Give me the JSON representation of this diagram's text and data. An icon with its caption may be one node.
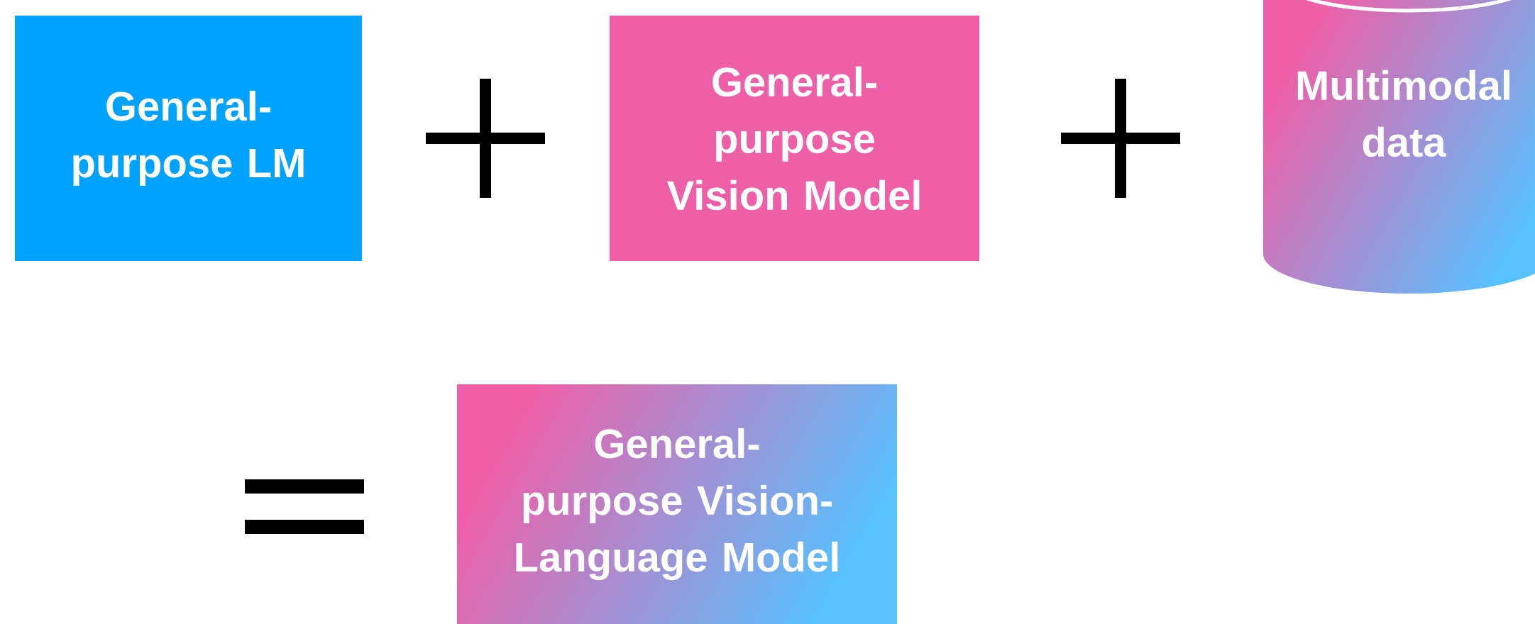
{
  "diagram": {
    "nodes": [
      {
        "text": [
          "General-purpose LM"
        ]
      },
      {
        "text": [
          "General-purpose Vision Model"
        ]
      },
      {
        "text": [
          "Multimodal data"
        ]
      },
      {
        "text": [
          "General-purpose Vision-Language Model"
        ]
      }
    ]
  }
}
